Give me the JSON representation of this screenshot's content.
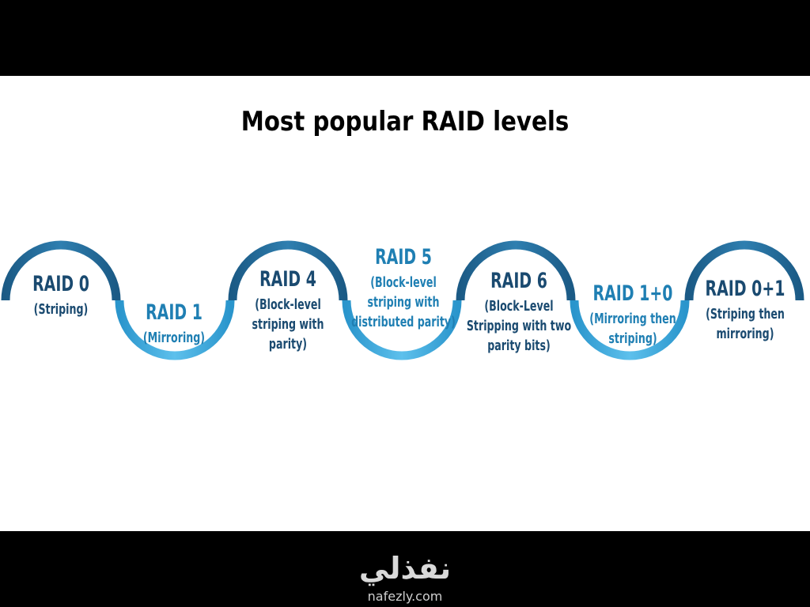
{
  "title": "Most popular RAID levels",
  "levels": [
    {
      "name": "RAID 0",
      "desc": "(Striping)",
      "arc": "top"
    },
    {
      "name": "RAID 1",
      "desc": "(Mirroring)",
      "arc": "bottom"
    },
    {
      "name": "RAID 4",
      "desc": "(Block-level striping with parity)",
      "arc": "top"
    },
    {
      "name": "RAID 5",
      "desc": "(Block-level striping with distributed parity)",
      "arc": "bottom"
    },
    {
      "name": "RAID 6",
      "desc": "(Block-Level Stripping with two parity bits)",
      "arc": "top"
    },
    {
      "name": "RAID 1+0",
      "desc": "(Mirroring then striping)",
      "arc": "bottom"
    },
    {
      "name": "RAID 0+1",
      "desc": "(Striping then mirroring)",
      "arc": "top"
    }
  ],
  "colors": {
    "dark": "#1a4a70",
    "light": "#1f7fb3",
    "ring_dark": "#1d5f8a",
    "ring_light": "#3aa6d8"
  },
  "logo": {
    "arabic": "نفذلي",
    "latin": "nafezly.com"
  }
}
